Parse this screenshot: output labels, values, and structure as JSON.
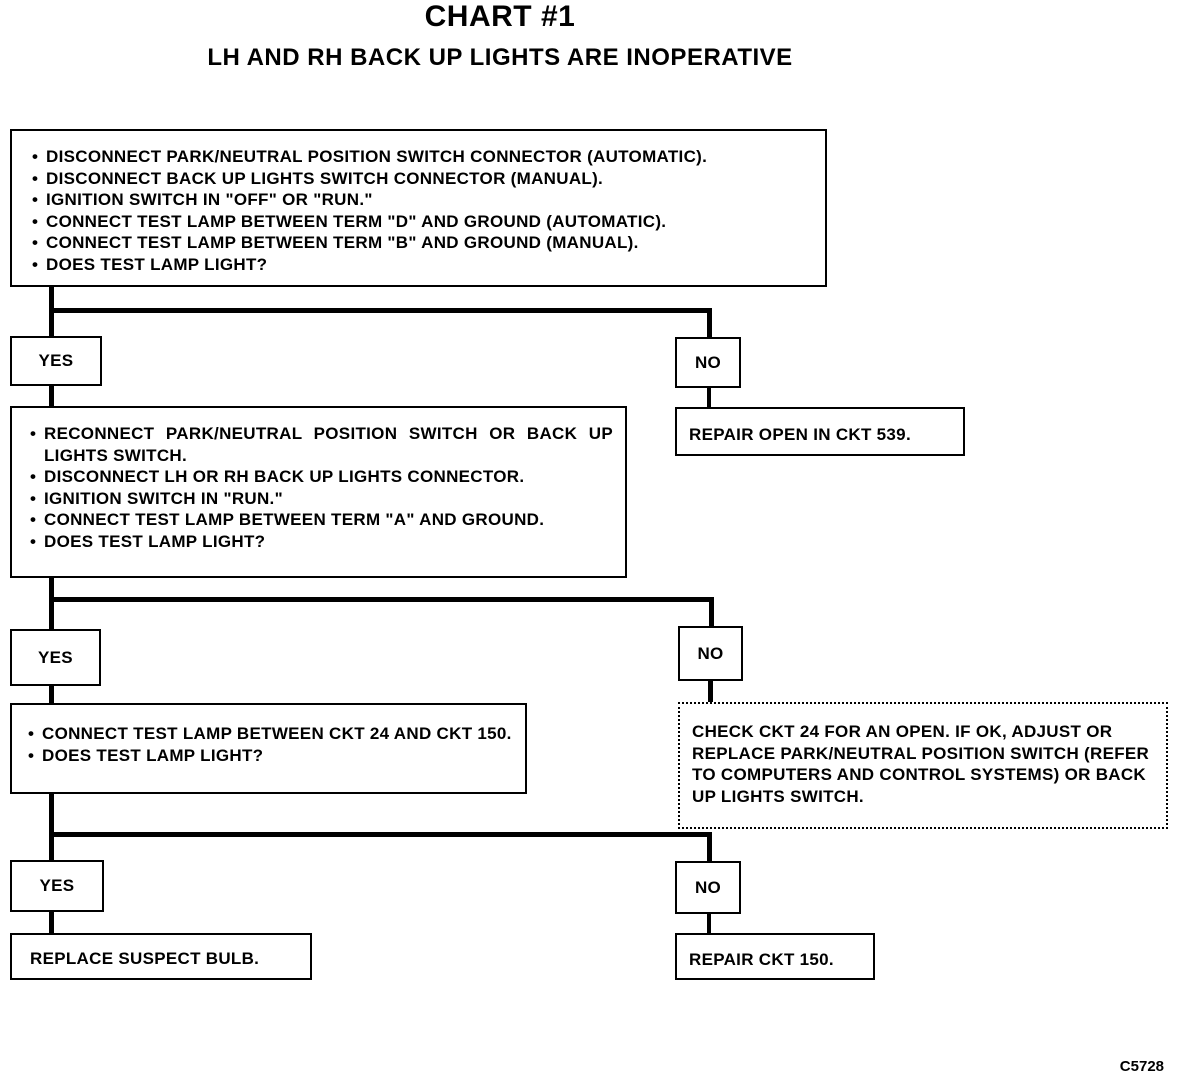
{
  "title": "CHART #1",
  "subtitle": "LH AND RH BACK UP LIGHTS ARE INOPERATIVE",
  "step1": {
    "items": [
      "DISCONNECT PARK/NEUTRAL POSITION SWITCH CONNECTOR (AUTOMATIC).",
      "DISCONNECT BACK UP LIGHTS SWITCH CONNECTOR (MANUAL).",
      "IGNITION SWITCH IN \"OFF\" OR \"RUN.\"",
      "CONNECT TEST LAMP BETWEEN TERM \"D\" AND GROUND (AUTOMATIC).",
      "CONNECT TEST LAMP BETWEEN TERM \"B\" AND GROUND (MANUAL).",
      "DOES TEST LAMP LIGHT?"
    ],
    "yes": "YES",
    "no": "NO",
    "no_result": "REPAIR OPEN IN CKT 539."
  },
  "step2": {
    "items": [
      "RECONNECT PARK/NEUTRAL POSITION SWITCH OR BACK UP LIGHTS SWITCH.",
      "DISCONNECT LH OR RH BACK UP LIGHTS CONNECTOR.",
      "IGNITION SWITCH IN \"RUN.\"",
      "CONNECT TEST LAMP BETWEEN TERM \"A\" AND GROUND.",
      "DOES TEST LAMP LIGHT?"
    ],
    "yes": "YES",
    "no": "NO",
    "no_result": "CHECK CKT 24 FOR AN OPEN. IF OK, ADJUST OR REPLACE PARK/NEUTRAL POSITION SWITCH (REFER TO COMPUTERS AND CONTROL SYSTEMS) OR BACK UP LIGHTS SWITCH."
  },
  "step3": {
    "items": [
      "CONNECT TEST LAMP BETWEEN CKT 24 AND CKT 150.",
      "DOES TEST LAMP LIGHT?"
    ],
    "yes": "YES",
    "no": "NO",
    "yes_result": "REPLACE SUSPECT BULB.",
    "no_result": "REPAIR CKT 150."
  },
  "figure_code": "C5728"
}
